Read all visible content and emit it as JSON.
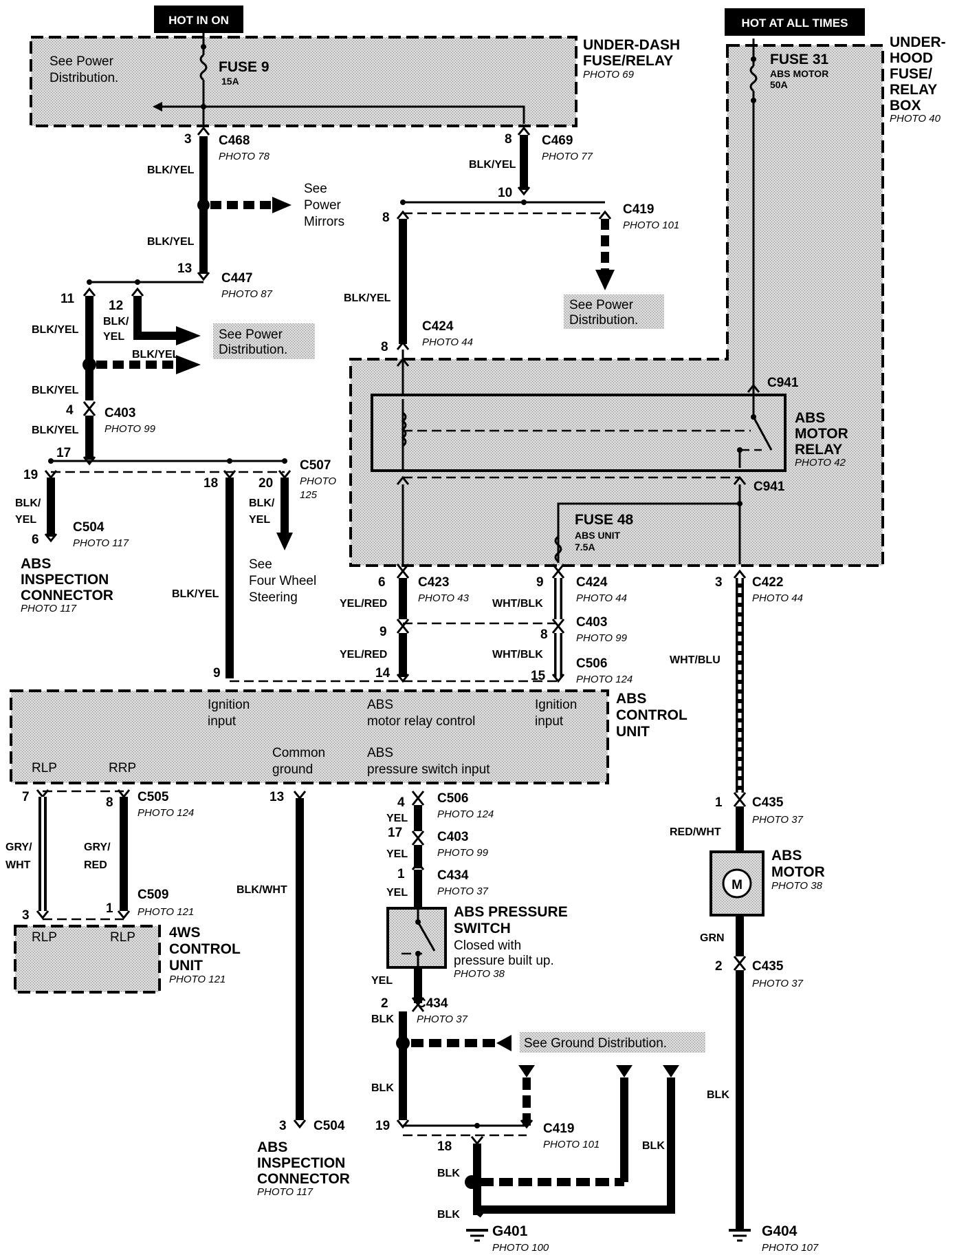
{
  "top_labels": {
    "hot_in_on": "HOT IN ON",
    "hot_at_all_times": "HOT AT ALL TIMES"
  },
  "underdash": {
    "see_power_line1": "See Power",
    "see_power_line2": "Distribution.",
    "fuse_name": "FUSE  9",
    "fuse_rating": "15A",
    "title_line1": "UNDER-DASH",
    "title_line2": "FUSE/RELAY",
    "photo": "PHOTO 69"
  },
  "underhood": {
    "title_line1": "UNDER-",
    "title_line2": "HOOD",
    "title_line3": "FUSE/",
    "title_line4": "RELAY",
    "title_line5": "BOX",
    "photo": "PHOTO 40",
    "fuse_name": "FUSE 31",
    "fuse_desc": "ABS MOTOR",
    "fuse_rating": "50A",
    "fuse2_name": "FUSE 48",
    "fuse2_desc": "ABS UNIT",
    "fuse2_rating": "7.5A"
  },
  "relay": {
    "line1": "ABS",
    "line2": "MOTOR",
    "line3": "RELAY",
    "photo": "PHOTO 42",
    "c941_top": "C941",
    "c941_bot": "C941"
  },
  "connectors": {
    "c468": "C468",
    "c468_photo": "PHOTO 78",
    "c468_pin": "3",
    "c469": "C469",
    "c469_photo": "PHOTO 77",
    "c469_pin": "8",
    "c469_pin2": "10",
    "c419a": "C419",
    "c419a_photo": "PHOTO 101",
    "c419a_pin": "8",
    "c447": "C447",
    "c447_photo": "PHOTO 87",
    "c447_pin": "13",
    "c424a": "C424",
    "c424a_photo": "PHOTO 44",
    "c424a_pin": "8",
    "c403a": "C403",
    "c403a_photo": "PHOTO 99",
    "c403a_pin": "4",
    "c403a_pin2": "17",
    "c507": "C507",
    "c507_photo1": "PHOTO",
    "c507_photo2": "125",
    "c504a": "C504",
    "c504a_photo": "PHOTO 117",
    "c504a_pin": "6",
    "c423": "C423",
    "c423_photo": "PHOTO 43",
    "c423_pin": "6",
    "c424b": "C424",
    "c424b_photo": "PHOTO 44",
    "c424b_pin": "9",
    "c403b": "C403",
    "c403b_photo": "PHOTO 99",
    "c403b_pin_l": "9",
    "c403b_pin_r": "8",
    "c506a": "C506",
    "c506a_photo": "PHOTO 124",
    "c506a_pin_l": "14",
    "c506a_pin_r": "15",
    "c422": "C422",
    "c422_photo": "PHOTO 44",
    "c422_pin": "3",
    "c505": "C505",
    "c505_photo": "PHOTO 124",
    "c505_pin_l": "7",
    "c505_pin_r": "8",
    "c509": "C509",
    "c509_photo": "PHOTO 121",
    "c509_pin_l": "3",
    "c509_pin_r": "1",
    "c506b": "C506",
    "c506b_photo": "PHOTO 124",
    "c506b_pin": "4",
    "c403c": "C403",
    "c403c_photo": "PHOTO 99",
    "c403c_pin": "17",
    "c434a": "C434",
    "c434a_photo": "PHOTO 37",
    "c434a_pin": "1",
    "c434b": "C434",
    "c434b_photo": "PHOTO 37",
    "c434b_pin": "2",
    "c435a": "C435",
    "c435a_photo": "PHOTO 37",
    "c435a_pin": "1",
    "c435b": "C435",
    "c435b_photo": "PHOTO 37",
    "c435b_pin": "2",
    "c419b": "C419",
    "c419b_photo": "PHOTO 101",
    "c419b_pin_l": "19",
    "c419b_pin_r": "18",
    "c504b": "C504",
    "c504b_pin": "3",
    "c447_pin11": "11",
    "c447_pin12": "12",
    "c507_pin19": "19",
    "c507_pin18": "18",
    "c507_pin20": "20",
    "c506_pin9": "9",
    "c504b_13": "13"
  },
  "wires": {
    "blk_yel": "BLK/YEL",
    "blk_slash": "BLK/",
    "yel": "YEL",
    "yel_red": "YEL/RED",
    "wht_blk": "WHT/BLK",
    "wht_blu": "WHT/BLU",
    "gry_slash": "GRY/",
    "wht": "WHT",
    "red": "RED",
    "blk_wht": "BLK/WHT",
    "red_wht": "RED/WHT",
    "grn": "GRN",
    "blk": "BLK"
  },
  "references": {
    "power_mirrors_1": "See",
    "power_mirrors_2": "Power",
    "power_mirrors_3": "Mirrors",
    "see_power_dist_1": "See Power",
    "see_power_dist_2": "Distribution.",
    "four_wheel_1": "See",
    "four_wheel_2": "Four Wheel",
    "four_wheel_3": "Steering",
    "ground_dist": "See Ground Distribution."
  },
  "abs_inspection": {
    "line1": "ABS",
    "line2": "INSPECTION",
    "line3": "CONNECTOR",
    "photo": "PHOTO 117"
  },
  "control_unit": {
    "title_line1": "ABS",
    "title_line2": "CONTROL",
    "title_line3": "UNIT",
    "ignition1_a": "Ignition",
    "ignition1_b": "input",
    "motor_relay_a": "ABS",
    "motor_relay_b": "motor relay control",
    "ignition2_a": "Ignition",
    "ignition2_b": "input",
    "rlp": "RLP",
    "rrp": "RRP",
    "common_a": "Common",
    "common_b": "ground",
    "pressure_a": "ABS",
    "pressure_b": "pressure switch input"
  },
  "ws4": {
    "rlp_l": "RLP",
    "rlp_r": "RLP",
    "line1": "4WS",
    "line2": "CONTROL",
    "line3": "UNIT",
    "photo": "PHOTO 121"
  },
  "pressure_switch": {
    "line1": "ABS PRESSURE",
    "line2": "SWITCH",
    "desc1": "Closed with",
    "desc2": "pressure built up.",
    "photo": "PHOTO 38"
  },
  "motor": {
    "line1": "ABS",
    "line2": "MOTOR",
    "photo": "PHOTO 38",
    "symbol": "M"
  },
  "grounds": {
    "g401": "G401",
    "g401_photo": "PHOTO 100",
    "g404": "G404",
    "g404_photo": "PHOTO 107"
  }
}
